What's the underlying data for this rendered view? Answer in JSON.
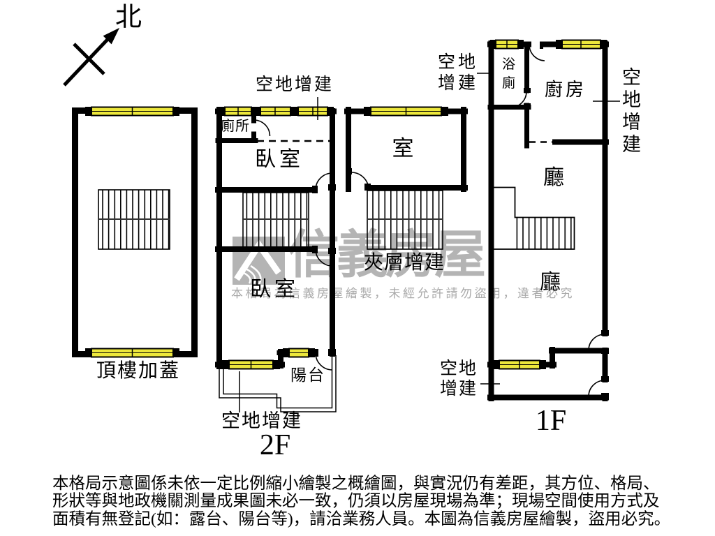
{
  "compass": {
    "north_label": "北"
  },
  "floors": {
    "rooftop": {
      "label": "頂樓加蓋"
    },
    "f2": {
      "label": "2F",
      "annotation_top": "空地增建",
      "annotation_bottom": "空地增建",
      "toilet": "廁所",
      "bedroom_upper": "臥室",
      "bedroom_lower": "臥室",
      "balcony": "陽台"
    },
    "mezzanine": {
      "label": "夾層增建",
      "room": "室"
    },
    "f1": {
      "label": "1F",
      "annotation_top_left": "空地增建",
      "annotation_right": "空地增建",
      "annotation_bottom_left": "空地增建",
      "bathroom": "浴廁",
      "kitchen": "廚房",
      "hall_upper": "廳",
      "hall_lower": "廳"
    }
  },
  "watermark": {
    "brand": "信義房屋",
    "notice": "本格局為信義房屋繪製，未經允許請勿盜用，違者必究"
  },
  "disclaimer": {
    "line1": "本格局示意圖係未依一定比例縮小繪製之概繪圖，與實況仍有差距，其方位、格局、",
    "line2": "形狀等與地政機關測量成果圖未必一致，仍須以房屋現場為準；現場空間使用方式及",
    "line3": "面積有無登記(如：露台、陽台等)，請洽業務人員。本圖為信義房屋繪製，盜用必究。"
  },
  "colors": {
    "wall": "#000000",
    "window_fill": "#ece73c",
    "watermark_grey": "#b4b4b4"
  }
}
